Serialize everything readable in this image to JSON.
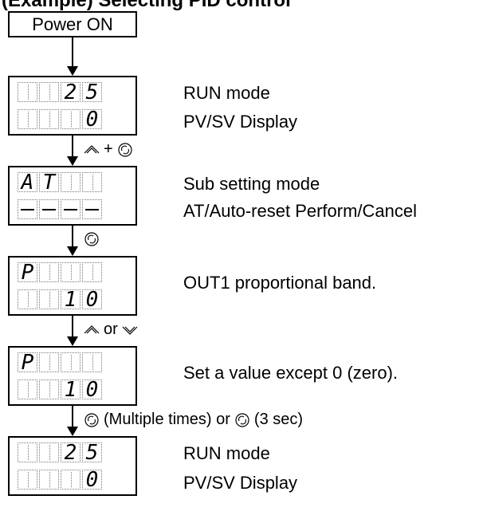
{
  "title": "(Example) Selecting PID control",
  "power_label": "Power ON",
  "panels": [
    {
      "top": [
        "",
        "",
        "2",
        "5"
      ],
      "bottom": [
        "",
        "",
        "",
        "0"
      ],
      "desc1": "RUN mode",
      "desc2": "PV/SV Display"
    },
    {
      "top": [
        "A",
        "T",
        "",
        ""
      ],
      "bottom": [
        "-",
        "-",
        "-",
        "-"
      ],
      "desc1": "Sub setting mode",
      "desc2": "AT/Auto-reset Perform/Cancel"
    },
    {
      "top": [
        "P",
        "",
        "",
        ""
      ],
      "bottom": [
        "",
        "",
        "1",
        "0"
      ],
      "desc1": "OUT1 proportional band.",
      "desc2": ""
    },
    {
      "top": [
        "P",
        "",
        "",
        ""
      ],
      "bottom": [
        "",
        "",
        "1",
        "0"
      ],
      "desc1": "Set a value except 0 (zero).",
      "desc2": ""
    },
    {
      "top": [
        "",
        "",
        "2",
        "5"
      ],
      "bottom": [
        "",
        "",
        "",
        "0"
      ],
      "desc1": "RUN mode",
      "desc2": "PV/SV Display"
    }
  ],
  "steps": [
    {
      "text": "+",
      "icons": [
        "up-key-icon",
        "mode-key-icon"
      ]
    },
    {
      "text": "",
      "icons": [
        "mode-key-icon"
      ]
    },
    {
      "text": "or",
      "icons": [
        "up-key-icon",
        "down-key-icon"
      ]
    },
    {
      "text1": "(Multiple times) or",
      "text2": "(3 sec)",
      "icons": [
        "mode-key-icon",
        "mode-key-icon"
      ]
    }
  ]
}
